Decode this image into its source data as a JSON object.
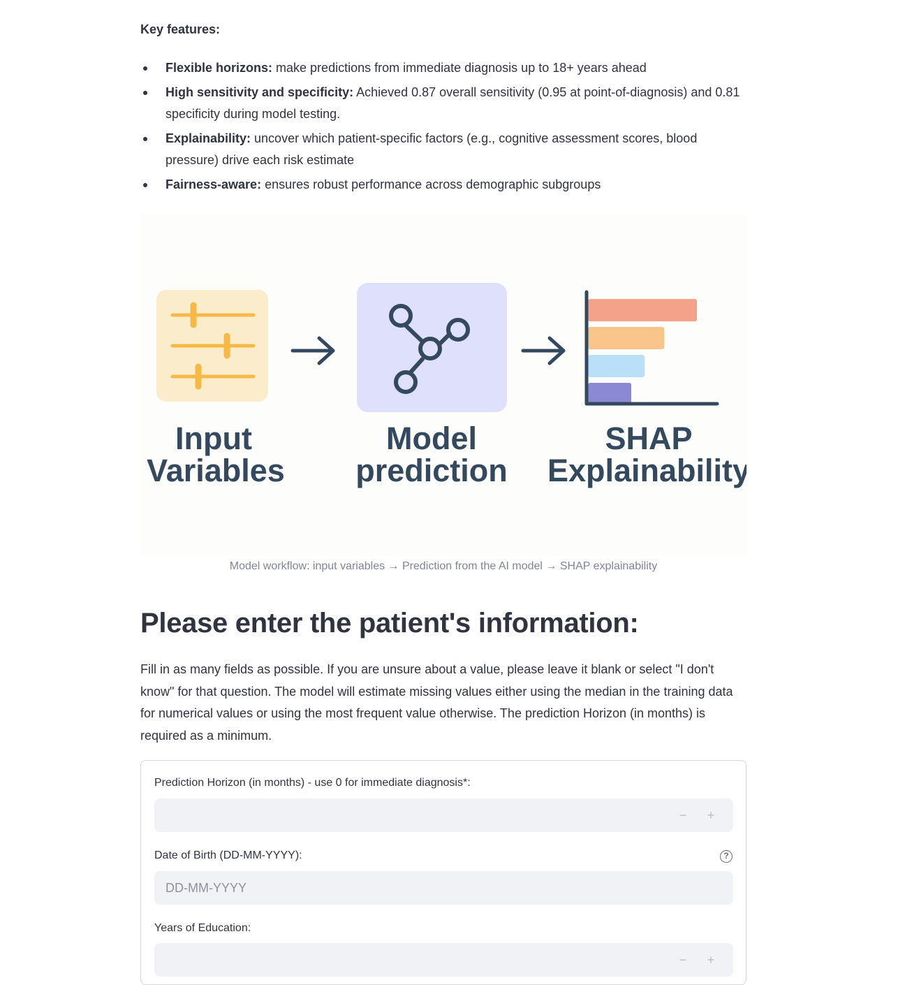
{
  "features": {
    "heading": "Key features:",
    "items": [
      {
        "title": "Flexible horizons:",
        "text": " make predictions from immediate diagnosis up to 18+ years ahead"
      },
      {
        "title": "High sensitivity and specificity:",
        "text": " Achieved 0.87 overall sensitivity (0.95 at point-of-diagnosis) and 0.81 specificity during model testing."
      },
      {
        "title": "Explainability:",
        "text": " uncover which patient-specific factors (e.g., cognitive assessment scores, blood pressure) drive each risk estimate"
      },
      {
        "title": "Fairness-aware:",
        "text": " ensures robust performance across demographic subgroups"
      }
    ]
  },
  "workflow": {
    "step1_line1": "Input",
    "step1_line2": "Variables",
    "step2_line1": "Model",
    "step2_line2": "prediction",
    "step3_line1": "SHAP",
    "step3_line2": "Explainability",
    "colors": {
      "text": "#34495e",
      "input_bg": "#fbeccb",
      "slider": "#f6b946",
      "model_bg": "#dfe0fb",
      "bar1": "#f5a28a",
      "bar2": "#f9c58a",
      "bar3": "#b9e0f8",
      "bar4": "#8b88d4"
    },
    "shap_bars": [
      1.0,
      0.7,
      0.52,
      0.4
    ],
    "caption": "Model workflow: input variables → Prediction from the AI model → SHAP explainability"
  },
  "form": {
    "title": "Please enter the patient's information:",
    "intro": "Fill in as many fields as possible. If you are unsure about a value, please leave it blank or select \"I don't know\" for that question. The model will estimate missing values either using the median in the training data for numerical values or using the most frequent value otherwise. The prediction Horizon (in months) is required as a minimum.",
    "fields": {
      "horizon_label": "Prediction Horizon (in months) - use 0 for immediate diagnosis*:",
      "dob_label": "Date of Birth (DD-MM-YYYY):",
      "dob_placeholder": "DD-MM-YYYY",
      "education_label": "Years of Education:"
    },
    "stepper": {
      "minus": "−",
      "plus": "+"
    },
    "help_glyph": "?"
  }
}
